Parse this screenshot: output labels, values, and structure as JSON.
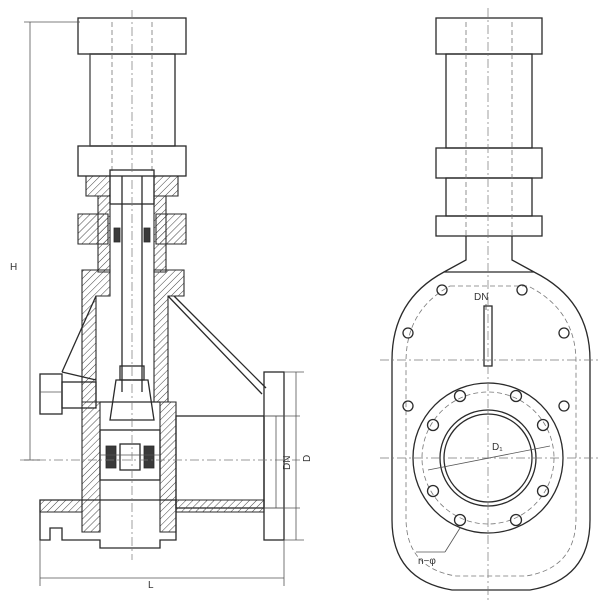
{
  "dimensions": {
    "height": "H",
    "length": "L",
    "nominal_diameter": "DN",
    "outer_diameter": "D",
    "bolt_circle_diameter": "D₁",
    "bolt_holes": "n−φ"
  },
  "colors": {
    "line": "#2a2a2a",
    "background": "#ffffff"
  }
}
